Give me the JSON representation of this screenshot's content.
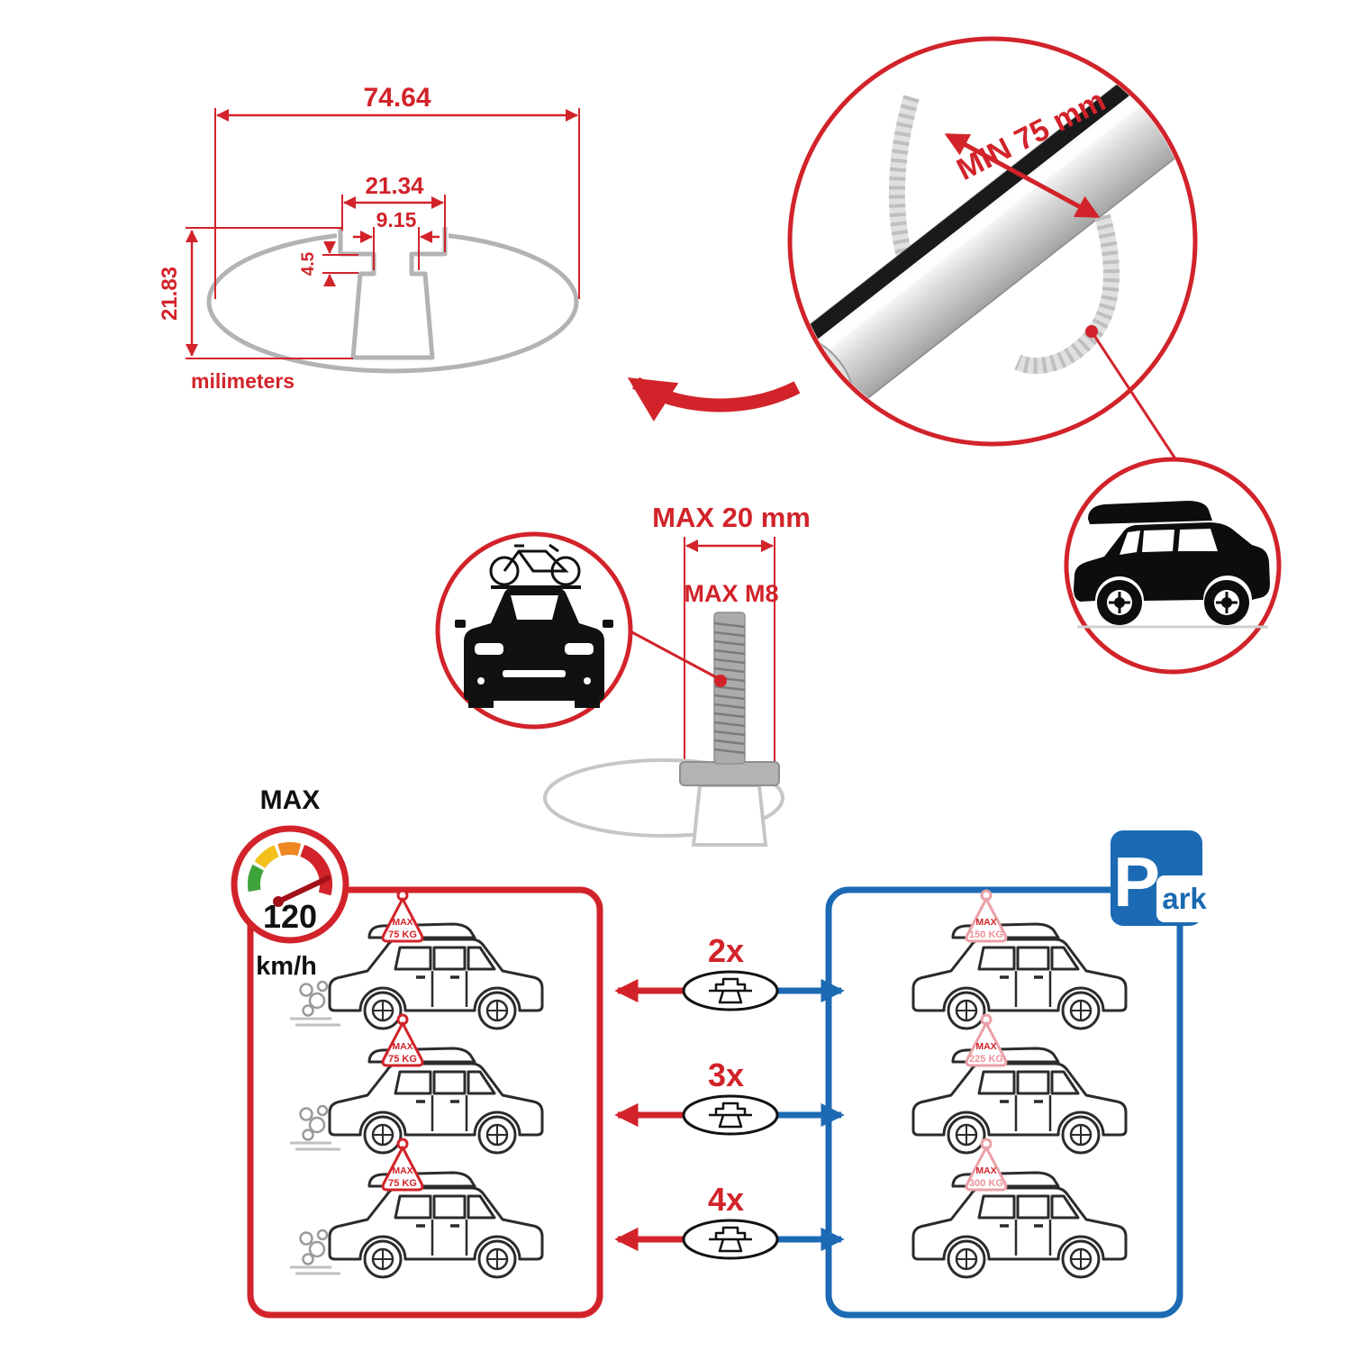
{
  "colors": {
    "red": "#d2232a",
    "blue": "#1c6ab3",
    "sketch_gray": "#b3b3b3",
    "black": "#111111",
    "pink": "#eba0a6"
  },
  "cross_section": {
    "total_width": "74.64",
    "channel_outer_width": "21.34",
    "slot_width": "9.15",
    "lip_depth": "4.5",
    "profile_height": "21.83",
    "units_label": "milimeters"
  },
  "bar_detail": {
    "min_span_label": "MIN 75 mm"
  },
  "bolt_detail": {
    "max_width_label": "MAX 20 mm",
    "max_thread_label": "MAX M8"
  },
  "speed_gauge": {
    "title": "MAX",
    "value": "120",
    "unit": "km/h"
  },
  "driving_panel": {
    "cars": [
      {
        "tag_title": "MAX",
        "tag_weight": "75 KG"
      },
      {
        "tag_title": "MAX",
        "tag_weight": "75 KG"
      },
      {
        "tag_title": "MAX",
        "tag_weight": "75 KG"
      }
    ]
  },
  "bar_counts": [
    {
      "label": "2x"
    },
    {
      "label": "3x"
    },
    {
      "label": "4x"
    }
  ],
  "parking_panel": {
    "sign": {
      "p": "P",
      "suffix": "ark"
    },
    "cars": [
      {
        "tag_title": "MAX",
        "tag_weight": "150 KG"
      },
      {
        "tag_title": "MAX",
        "tag_weight": "225 KG"
      },
      {
        "tag_title": "MAX",
        "tag_weight": "300 KG"
      }
    ]
  }
}
